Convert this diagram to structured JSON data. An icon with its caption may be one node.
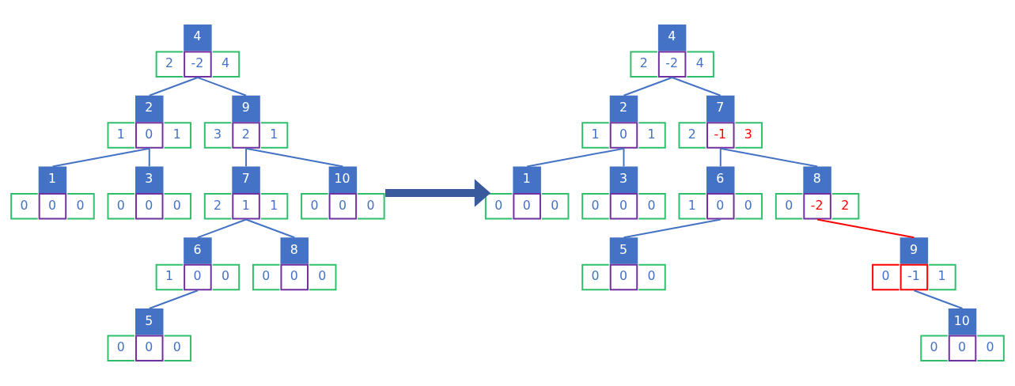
{
  "diagram": {
    "nodes": [
      {
        "text": [
          "4",
          "2",
          "-2",
          "4"
        ]
      },
      {
        "text": [
          "2",
          "1",
          "0",
          "1"
        ]
      },
      {
        "text": [
          "9",
          "3",
          "2",
          "1"
        ]
      },
      {
        "text": [
          "1",
          "0",
          "0",
          "0"
        ]
      },
      {
        "text": [
          "3",
          "0",
          "0",
          "0"
        ]
      },
      {
        "text": [
          "7",
          "2",
          "1",
          "1"
        ]
      },
      {
        "text": [
          "10",
          "0",
          "0",
          "0"
        ]
      },
      {
        "text": [
          "6",
          "1",
          "0",
          "0"
        ]
      },
      {
        "text": [
          "8",
          "0",
          "0",
          "0"
        ]
      },
      {
        "text": [
          "5",
          "0",
          "0",
          "0"
        ]
      },
      {
        "text": [
          "4",
          "2",
          "-2",
          "4"
        ]
      },
      {
        "text": [
          "2",
          "1",
          "0",
          "1"
        ]
      },
      {
        "text": [
          "7",
          "2",
          "-1",
          "3"
        ]
      },
      {
        "text": [
          "1",
          "0",
          "0",
          "0"
        ]
      },
      {
        "text": [
          "3",
          "0",
          "0",
          "0"
        ]
      },
      {
        "text": [
          "6",
          "1",
          "0",
          "0"
        ]
      },
      {
        "text": [
          "8",
          "0",
          "-2",
          "2"
        ]
      },
      {
        "text": [
          "5",
          "0",
          "0",
          "0"
        ]
      },
      {
        "text": [
          "9",
          "0",
          "-1",
          "1"
        ]
      },
      {
        "text": [
          "10",
          "0",
          "0",
          "0"
        ]
      }
    ],
    "edges": [
      {
        "from": 0,
        "to": 1,
        "arrow": "none"
      },
      {
        "from": 0,
        "to": 2,
        "arrow": "none"
      },
      {
        "from": 1,
        "to": 3,
        "arrow": "none"
      },
      {
        "from": 1,
        "to": 4,
        "arrow": "none"
      },
      {
        "from": 2,
        "to": 5,
        "arrow": "none"
      },
      {
        "from": 2,
        "to": 6,
        "arrow": "none"
      },
      {
        "from": 5,
        "to": 7,
        "arrow": "none"
      },
      {
        "from": 5,
        "to": 8,
        "arrow": "none"
      },
      {
        "from": 7,
        "to": 9,
        "arrow": "none"
      },
      {
        "from": 10,
        "to": 11,
        "arrow": "none"
      },
      {
        "from": 10,
        "to": 12,
        "arrow": "none"
      },
      {
        "from": 11,
        "to": 13,
        "arrow": "none"
      },
      {
        "from": 11,
        "to": 14,
        "arrow": "none"
      },
      {
        "from": 12,
        "to": 15,
        "arrow": "none"
      },
      {
        "from": 12,
        "to": 16,
        "arrow": "none"
      },
      {
        "from": 15,
        "to": 17,
        "arrow": "none"
      },
      {
        "from": 16,
        "to": 18,
        "arrow": "none",
        "color": "#ff0000"
      },
      {
        "from": 18,
        "to": 19,
        "arrow": "none"
      },
      {
        "from": 6,
        "to": 13,
        "arrow": "to",
        "style": "thick",
        "color": "#3a5a9e"
      }
    ]
  }
}
